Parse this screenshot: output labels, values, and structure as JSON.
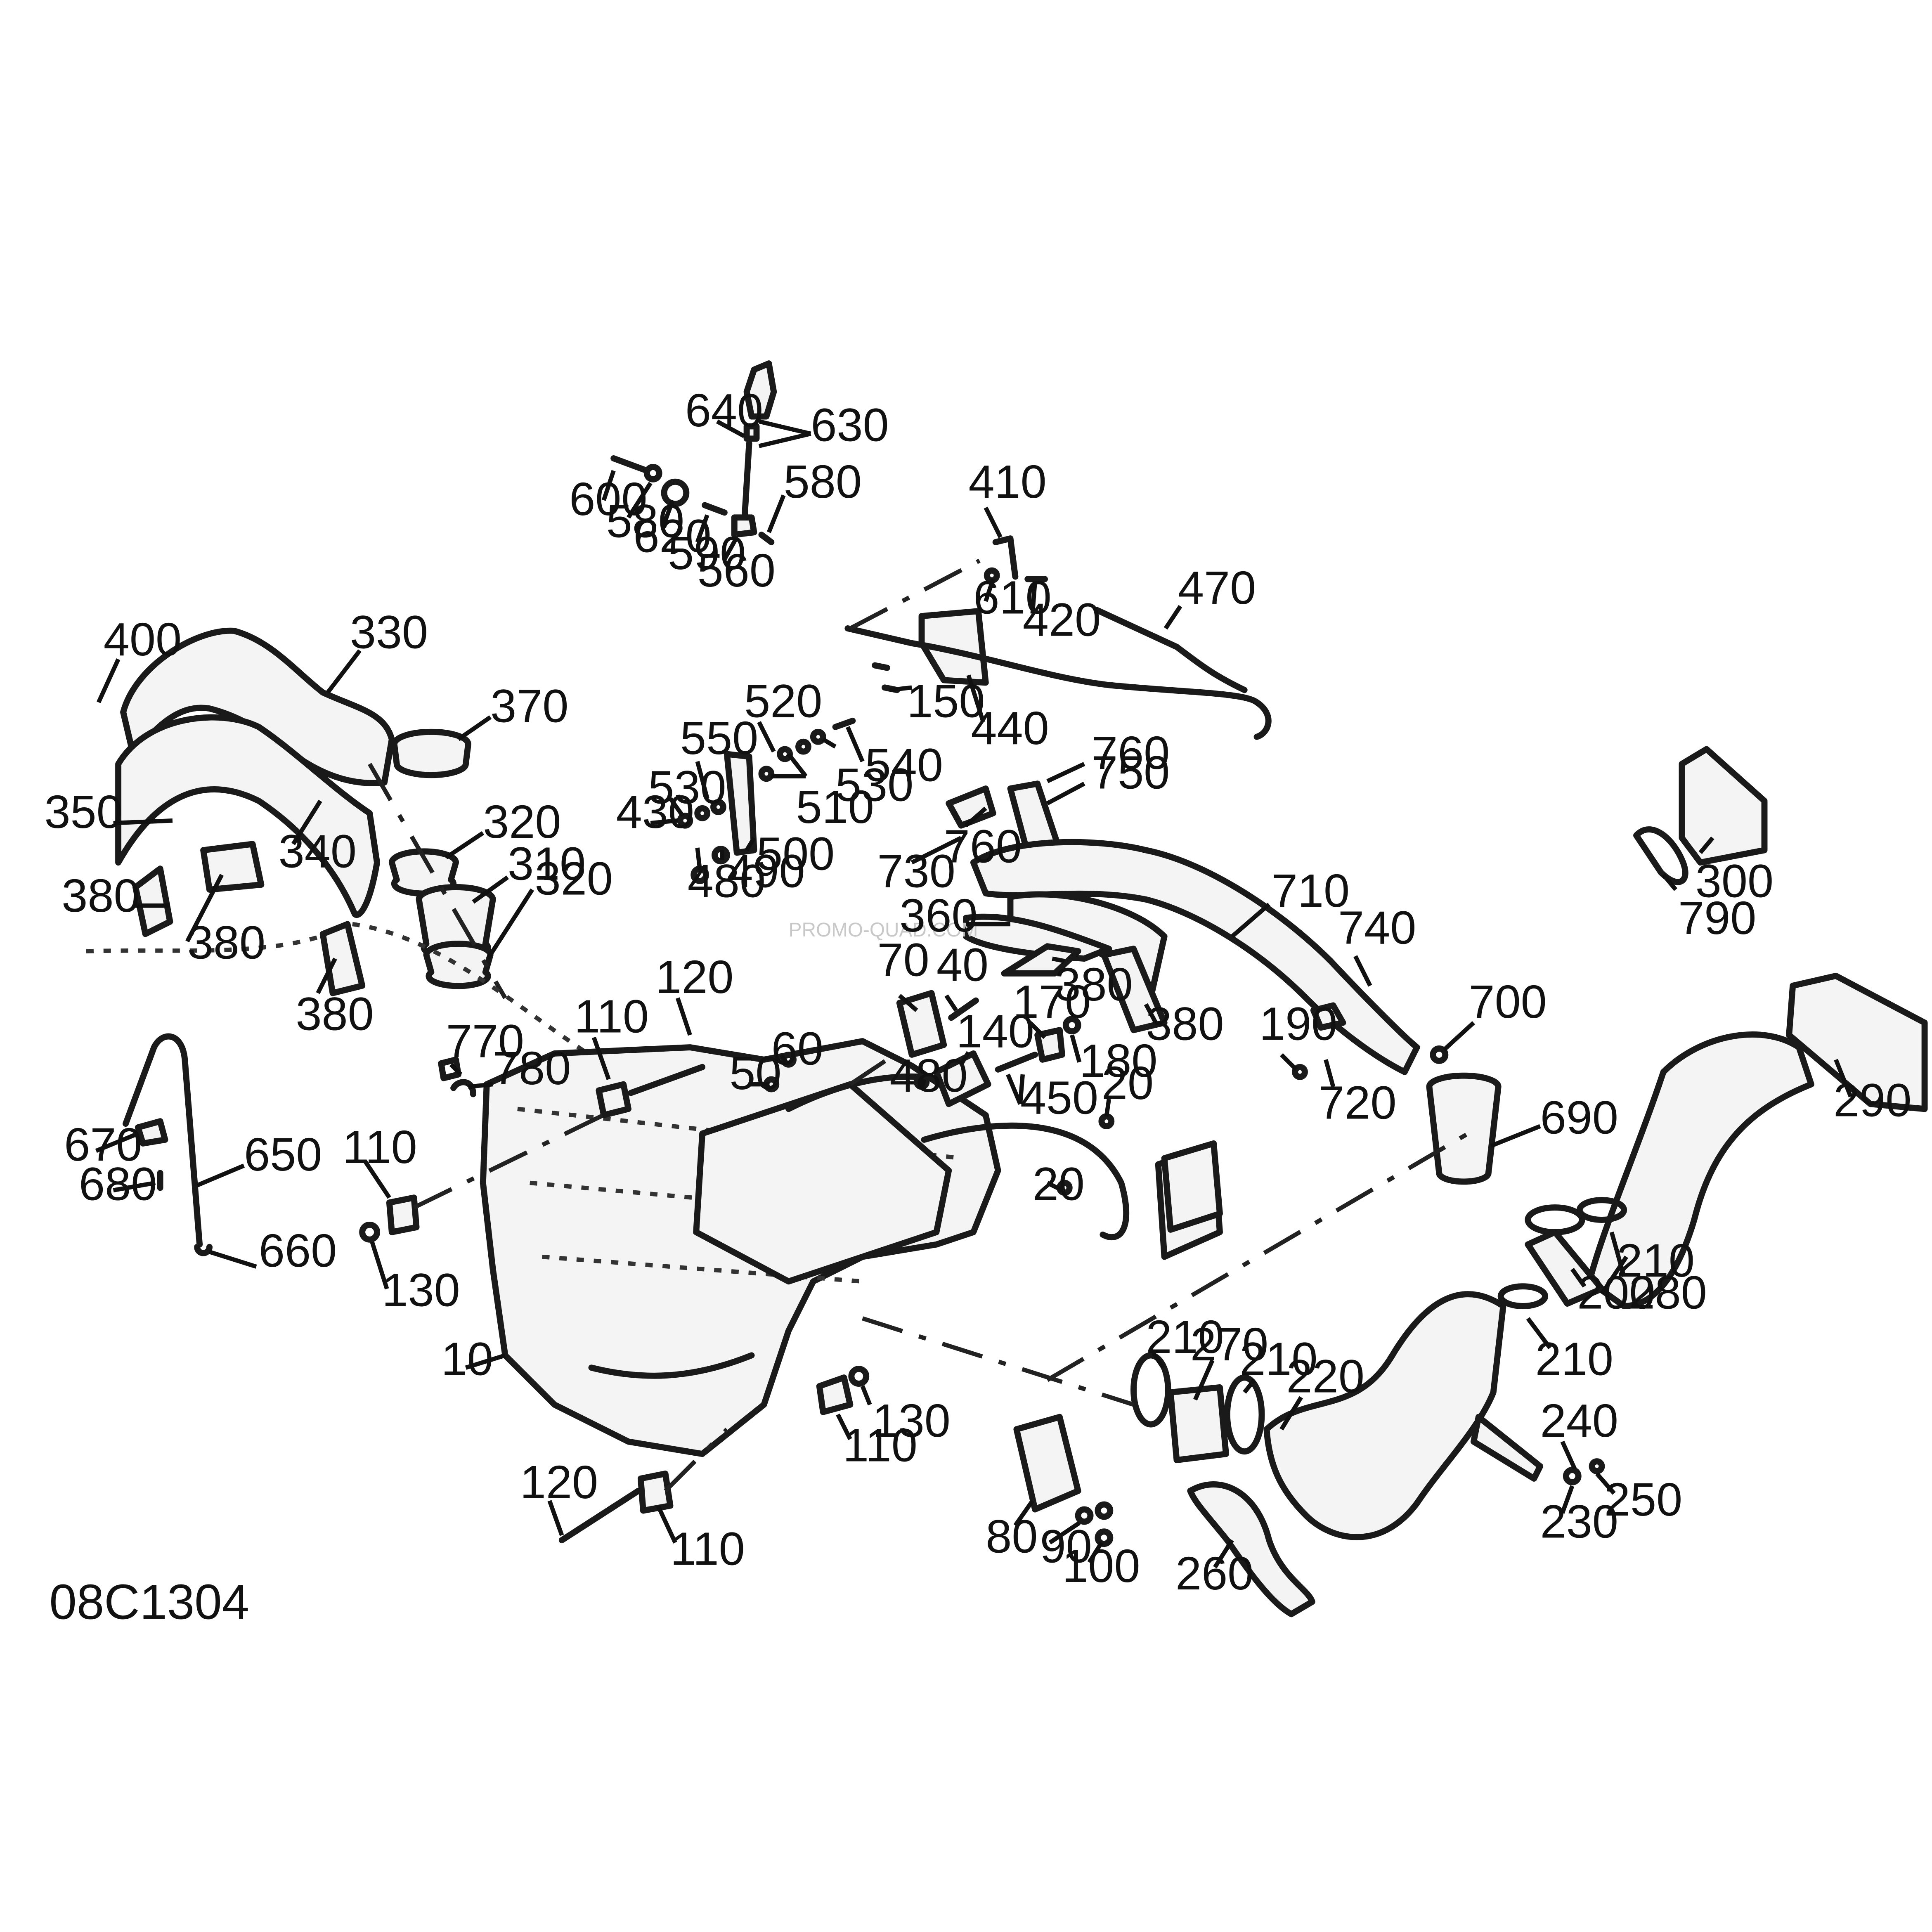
{
  "diagram": {
    "reference_code": "08C1304",
    "watermark": "PROMO-QUAD.COM",
    "callouts": [
      {
        "id": "c640",
        "label": "640"
      },
      {
        "id": "c630",
        "label": "630"
      },
      {
        "id": "c600",
        "label": "600"
      },
      {
        "id": "c580a",
        "label": "580"
      },
      {
        "id": "c580b",
        "label": "580"
      },
      {
        "id": "c620",
        "label": "620"
      },
      {
        "id": "c590",
        "label": "590"
      },
      {
        "id": "c560",
        "label": "560"
      },
      {
        "id": "c410",
        "label": "410"
      },
      {
        "id": "c610",
        "label": "610"
      },
      {
        "id": "c420",
        "label": "420"
      },
      {
        "id": "c470",
        "label": "470"
      },
      {
        "id": "c150",
        "label": "150"
      },
      {
        "id": "c440",
        "label": "440"
      },
      {
        "id": "c400",
        "label": "400"
      },
      {
        "id": "c330",
        "label": "330"
      },
      {
        "id": "c370",
        "label": "370"
      },
      {
        "id": "c350",
        "label": "350"
      },
      {
        "id": "c340",
        "label": "340"
      },
      {
        "id": "c320a",
        "label": "320"
      },
      {
        "id": "c310",
        "label": "310"
      },
      {
        "id": "c320b",
        "label": "320"
      },
      {
        "id": "c380a",
        "label": "380"
      },
      {
        "id": "c380b",
        "label": "380"
      },
      {
        "id": "c380c",
        "label": "380"
      },
      {
        "id": "c520",
        "label": "520"
      },
      {
        "id": "c550",
        "label": "550"
      },
      {
        "id": "c530a",
        "label": "530"
      },
      {
        "id": "c430",
        "label": "430"
      },
      {
        "id": "c540",
        "label": "540"
      },
      {
        "id": "c510",
        "label": "510"
      },
      {
        "id": "c530b",
        "label": "530"
      },
      {
        "id": "c500",
        "label": "500"
      },
      {
        "id": "c480a",
        "label": "480"
      },
      {
        "id": "c490",
        "label": "490"
      },
      {
        "id": "c760a",
        "label": "760"
      },
      {
        "id": "c750",
        "label": "750"
      },
      {
        "id": "c730",
        "label": "730"
      },
      {
        "id": "c760b",
        "label": "760"
      },
      {
        "id": "c710",
        "label": "710"
      },
      {
        "id": "c740",
        "label": "740"
      },
      {
        "id": "c360",
        "label": "360"
      },
      {
        "id": "c380d",
        "label": "380"
      },
      {
        "id": "c380e",
        "label": "380"
      },
      {
        "id": "c700",
        "label": "700"
      },
      {
        "id": "c190",
        "label": "190"
      },
      {
        "id": "c720",
        "label": "720"
      },
      {
        "id": "c690",
        "label": "690"
      },
      {
        "id": "c300",
        "label": "300"
      },
      {
        "id": "c790",
        "label": "790"
      },
      {
        "id": "c290",
        "label": "290"
      },
      {
        "id": "c120a",
        "label": "120"
      },
      {
        "id": "c110a",
        "label": "110"
      },
      {
        "id": "c770",
        "label": "770"
      },
      {
        "id": "c780",
        "label": "780"
      },
      {
        "id": "c70",
        "label": "70"
      },
      {
        "id": "c40",
        "label": "40"
      },
      {
        "id": "c170",
        "label": "170"
      },
      {
        "id": "c180",
        "label": "180"
      },
      {
        "id": "c140",
        "label": "140"
      },
      {
        "id": "c60",
        "label": "60"
      },
      {
        "id": "c50",
        "label": "50"
      },
      {
        "id": "c480b",
        "label": "480"
      },
      {
        "id": "c450",
        "label": "450"
      },
      {
        "id": "c20a",
        "label": "20"
      },
      {
        "id": "c20b",
        "label": "20"
      },
      {
        "id": "c670",
        "label": "670"
      },
      {
        "id": "c650",
        "label": "650"
      },
      {
        "id": "c680",
        "label": "680"
      },
      {
        "id": "c660",
        "label": "660"
      },
      {
        "id": "c110b",
        "label": "110"
      },
      {
        "id": "c130a",
        "label": "130"
      },
      {
        "id": "c10",
        "label": "10"
      },
      {
        "id": "c130b",
        "label": "130"
      },
      {
        "id": "c110c",
        "label": "110"
      },
      {
        "id": "c120b",
        "label": "120"
      },
      {
        "id": "c110d",
        "label": "110"
      },
      {
        "id": "c280",
        "label": "280"
      },
      {
        "id": "c210a",
        "label": "210"
      },
      {
        "id": "c200",
        "label": "200"
      },
      {
        "id": "c210b",
        "label": "210"
      },
      {
        "id": "c210c",
        "label": "210"
      },
      {
        "id": "c270",
        "label": "270"
      },
      {
        "id": "c210d",
        "label": "210"
      },
      {
        "id": "c220",
        "label": "220"
      },
      {
        "id": "c240",
        "label": "240"
      },
      {
        "id": "c250",
        "label": "250"
      },
      {
        "id": "c230",
        "label": "230"
      },
      {
        "id": "c80",
        "label": "80"
      },
      {
        "id": "c90",
        "label": "90"
      },
      {
        "id": "c100",
        "label": "100"
      },
      {
        "id": "c260",
        "label": "260"
      }
    ]
  }
}
